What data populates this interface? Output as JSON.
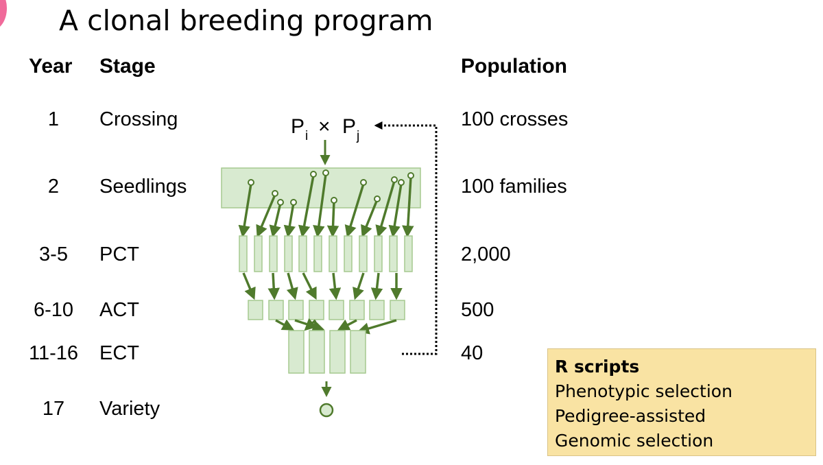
{
  "title": "A clonal breeding program",
  "headers": {
    "year": "Year",
    "stage": "Stage",
    "population": "Population"
  },
  "rows": [
    {
      "year": "1",
      "stage": "Crossing",
      "population": "100 crosses"
    },
    {
      "year": "2",
      "stage": "Seedlings",
      "population": "100 families"
    },
    {
      "year": "3-5",
      "stage": "PCT",
      "population": "2,000"
    },
    {
      "year": "6-10",
      "stage": "ACT",
      "population": "500"
    },
    {
      "year": "11-16",
      "stage": "ECT",
      "population": "40"
    },
    {
      "year": "17",
      "stage": "Variety",
      "population": ""
    }
  ],
  "cross": {
    "parent_i": "P",
    "sub_i": "i",
    "cross_symbol": "×",
    "parent_j": "P",
    "sub_j": "j"
  },
  "scripts": {
    "title": "R scripts",
    "items": [
      "Phenotypic selection",
      "Pedigree-assisted",
      "Genomic selection"
    ]
  },
  "colors": {
    "arrow": "#4f7a2c",
    "fill": "#d8ead0",
    "stroke": "#a6c98f",
    "note": "#f9e3a3",
    "accent": "#f06a9a"
  }
}
